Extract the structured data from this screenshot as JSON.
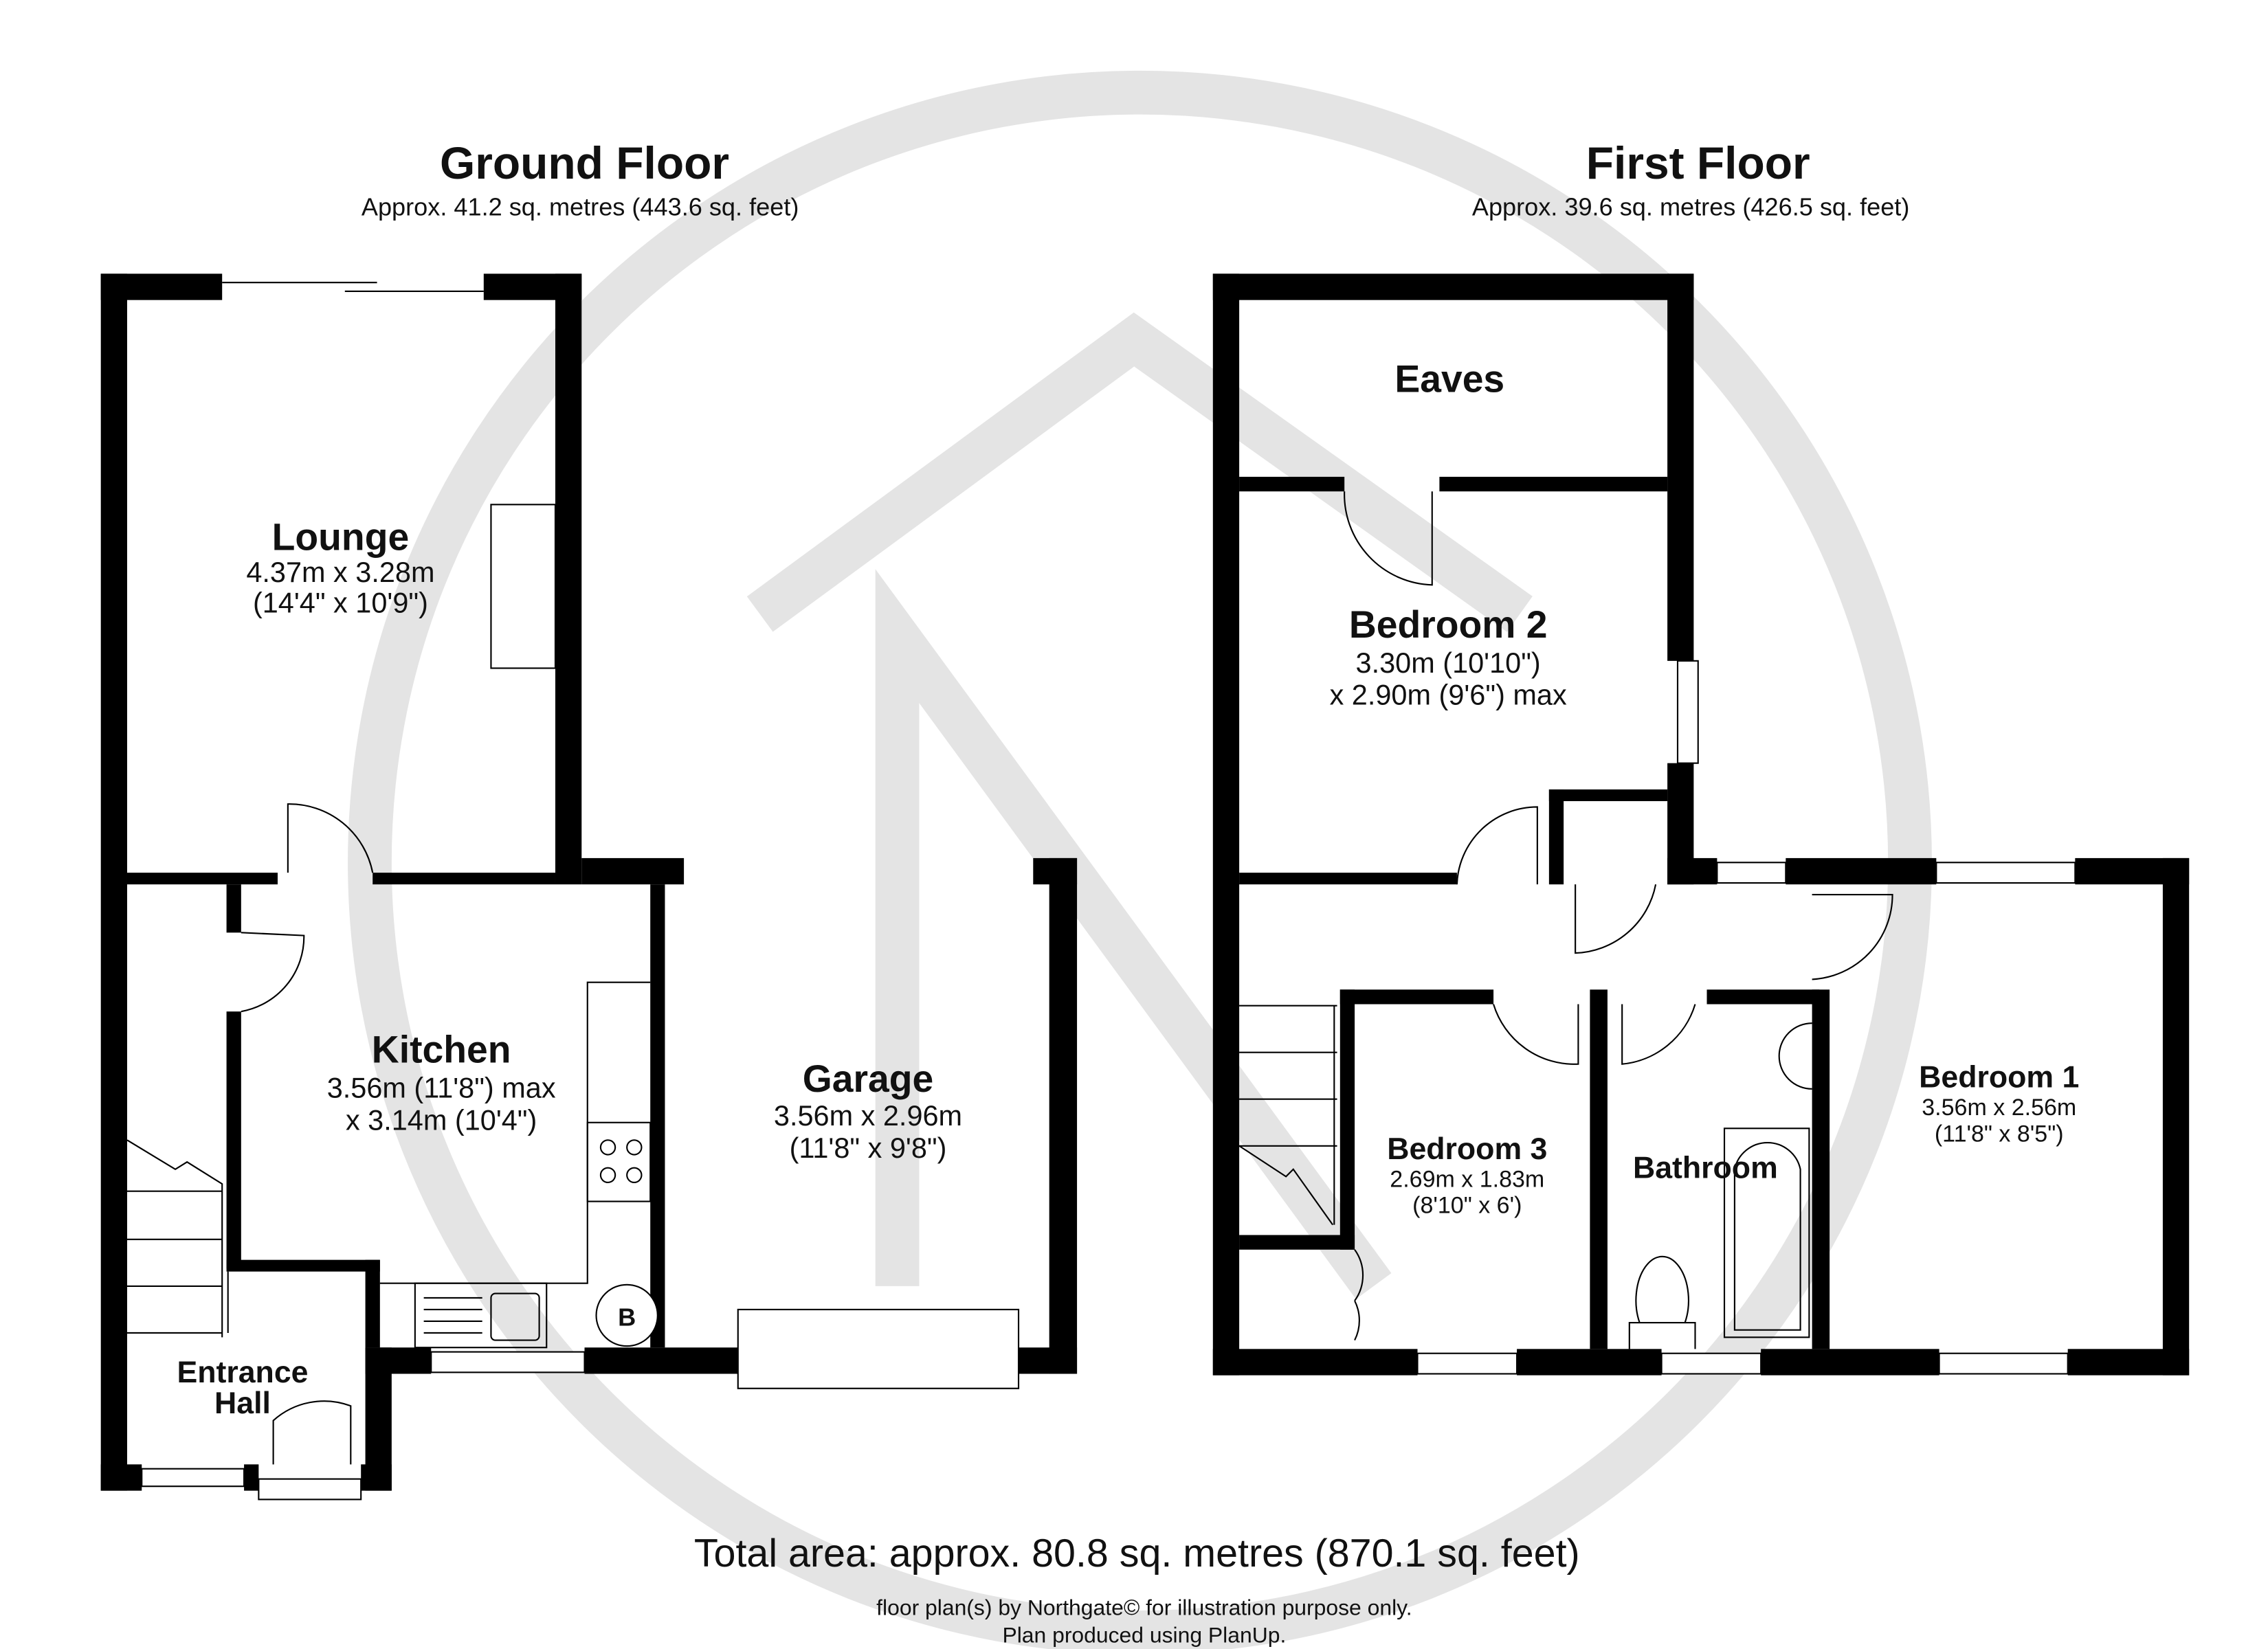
{
  "ground_floor": {
    "title": "Ground Floor",
    "area": "Approx. 41.2 sq. metres (443.6 sq. feet)",
    "rooms": {
      "lounge": {
        "name": "Lounge",
        "dim1": "4.37m x 3.28m",
        "dim2": "(14'4\" x 10'9\")"
      },
      "kitchen": {
        "name": "Kitchen",
        "dim1": "3.56m (11'8\") max",
        "dim2": "x 3.14m (10'4\")"
      },
      "garage": {
        "name": "Garage",
        "dim1": "3.56m x 2.96m",
        "dim2": "(11'8\" x 9'8\")"
      },
      "entrance_hall": {
        "name1": "Entrance",
        "name2": "Hall"
      }
    },
    "boiler_label": "B"
  },
  "first_floor": {
    "title": "First Floor",
    "area": "Approx. 39.6 sq. metres (426.5 sq. feet)",
    "rooms": {
      "eaves": {
        "name": "Eaves"
      },
      "bedroom2": {
        "name": "Bedroom 2",
        "dim1": "3.30m (10'10\")",
        "dim2": "x 2.90m (9'6\") max"
      },
      "bedroom3": {
        "name": "Bedroom 3",
        "dim1": "2.69m x 1.83m",
        "dim2": "(8'10\" x 6')"
      },
      "bathroom": {
        "name": "Bathroom"
      },
      "bedroom1": {
        "name": "Bedroom 1",
        "dim1": "3.56m x 2.56m",
        "dim2": "(11'8\" x 8'5\")"
      }
    }
  },
  "footer": {
    "total": "Total area: approx. 80.8 sq. metres (870.1 sq. feet)",
    "line1": "floor plan(s) by Northgate© for illustration purpose only.",
    "line2": "Plan produced using PlanUp."
  },
  "watermark": {
    "brand": "Northgate",
    "color": "#e4e4e4"
  }
}
